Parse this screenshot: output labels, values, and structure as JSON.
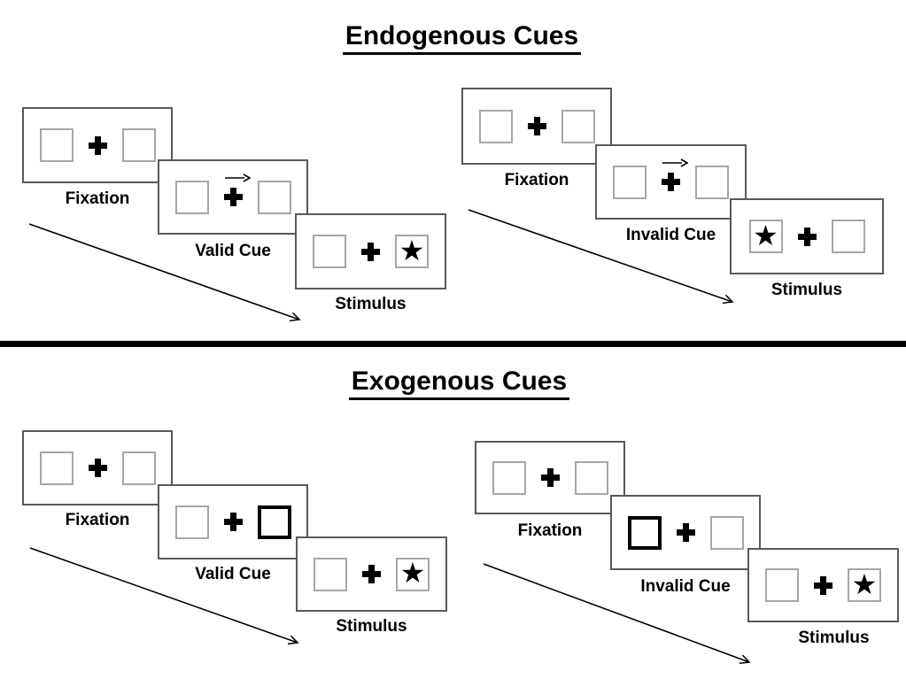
{
  "icons": {
    "star": "★"
  },
  "colors": {
    "panel_border": "#595959",
    "box_border": "#a6a6a6",
    "cue_box_border": "#000000",
    "divider": "#000000",
    "text": "#000000"
  },
  "sections": [
    {
      "title": "Endogenous Cues",
      "groups": [
        {
          "name": "valid-cue-trial",
          "steps": [
            {
              "label": "Fixation",
              "left_box": "empty",
              "right_box": "empty",
              "cue": "none"
            },
            {
              "label": "Valid Cue",
              "left_box": "empty",
              "right_box": "empty",
              "cue": "central-arrow-pointing-right"
            },
            {
              "label": "Stimulus",
              "left_box": "empty",
              "right_box": "star",
              "cue": "none"
            }
          ]
        },
        {
          "name": "invalid-cue-trial",
          "steps": [
            {
              "label": "Fixation",
              "left_box": "empty",
              "right_box": "empty",
              "cue": "none"
            },
            {
              "label": "Invalid Cue",
              "left_box": "empty",
              "right_box": "empty",
              "cue": "central-arrow-pointing-right"
            },
            {
              "label": "Stimulus",
              "left_box": "star",
              "right_box": "empty",
              "cue": "none"
            }
          ]
        }
      ]
    },
    {
      "title": "Exogenous Cues",
      "groups": [
        {
          "name": "valid-cue-trial",
          "steps": [
            {
              "label": "Fixation",
              "left_box": "empty",
              "right_box": "empty",
              "cue": "none"
            },
            {
              "label": "Valid Cue",
              "left_box": "empty",
              "right_box": "highlighted-black-box",
              "cue": "peripheral-box-right"
            },
            {
              "label": "Stimulus",
              "left_box": "empty",
              "right_box": "star",
              "cue": "none"
            }
          ]
        },
        {
          "name": "invalid-cue-trial",
          "steps": [
            {
              "label": "Fixation",
              "left_box": "empty",
              "right_box": "empty",
              "cue": "none"
            },
            {
              "label": "Invalid Cue",
              "left_box": "highlighted-black-box",
              "right_box": "empty",
              "cue": "peripheral-box-left"
            },
            {
              "label": "Stimulus",
              "left_box": "empty",
              "right_box": "star",
              "cue": "none"
            }
          ]
        }
      ]
    }
  ]
}
